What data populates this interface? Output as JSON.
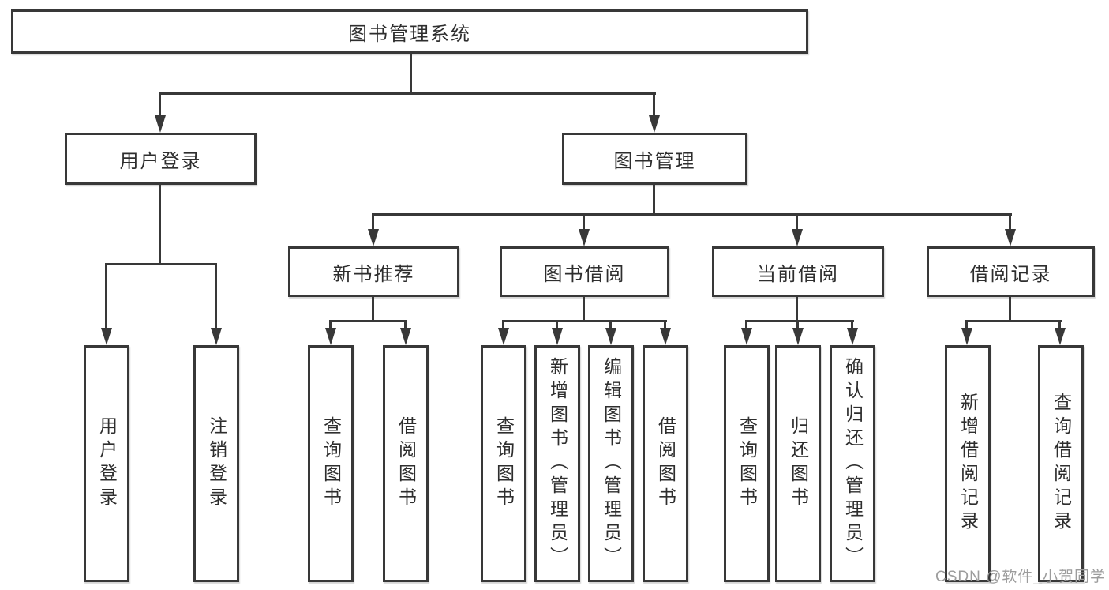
{
  "nodes": {
    "root": "图书管理系统",
    "user_login": "用户登录",
    "book_management": "图书管理",
    "new_book_recommend": "新书推荐",
    "book_borrow": "图书借阅",
    "current_borrow": "当前借阅",
    "borrow_records": "借阅记录"
  },
  "leaves": {
    "user": [
      "用户登录",
      "注销登录"
    ],
    "recommend": [
      "查询图书",
      "借阅图书"
    ],
    "borrow": [
      "查询图书",
      "新增图书（管理员）",
      "编辑图书（管理员）",
      "借阅图书"
    ],
    "current": [
      "查询图书",
      "归还图书",
      "确认归还（管理员）"
    ],
    "records": [
      "新增借阅记录",
      "查询借阅记录"
    ]
  },
  "watermark": "CSDN @软件_小贺同学",
  "colors": {
    "line": "#383838",
    "border": "#383838",
    "text": "#2e2e2e",
    "watermark": "#9c9c9c",
    "background": "#ffffff"
  }
}
